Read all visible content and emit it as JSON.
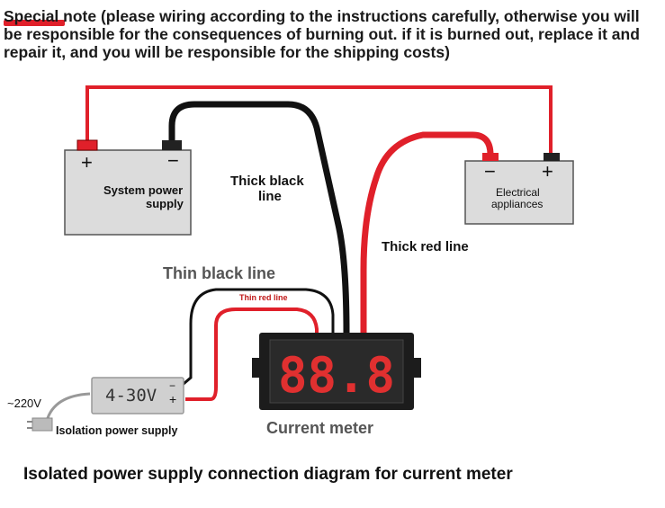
{
  "note": {
    "text": "Special note (please wiring according to the instructions carefully, otherwise you will be responsible for the consequences of burning out. if it is burned out, replace it and repair it, and you will be responsible for the shipping costs)"
  },
  "diagram": {
    "system_supply": {
      "line1": "System power",
      "line2": "supply",
      "plus": "+",
      "minus": "−"
    },
    "appliance": {
      "line1": "Electrical",
      "line2": "appliances",
      "plus": "+",
      "minus": "−"
    },
    "thick_black": {
      "line1": "Thick black",
      "line2": "line"
    },
    "thick_red": "Thick red line",
    "thin_black": "Thin black line",
    "thin_red": "Thin red line",
    "isolation_box": {
      "range": "4-30V",
      "plus": "+",
      "minus": "−"
    },
    "ac_input": "~220V",
    "isolation_label": "Isolation power supply",
    "meter_display": "88.8",
    "meter_label": "Current meter",
    "caption": "Isolated power supply connection diagram for current meter"
  },
  "colors": {
    "red_wire": "#e0202a",
    "black_wire": "#111111",
    "box_fill": "#dcdcdc",
    "meter_body": "#1c1c1c",
    "digit": "#e03030"
  }
}
